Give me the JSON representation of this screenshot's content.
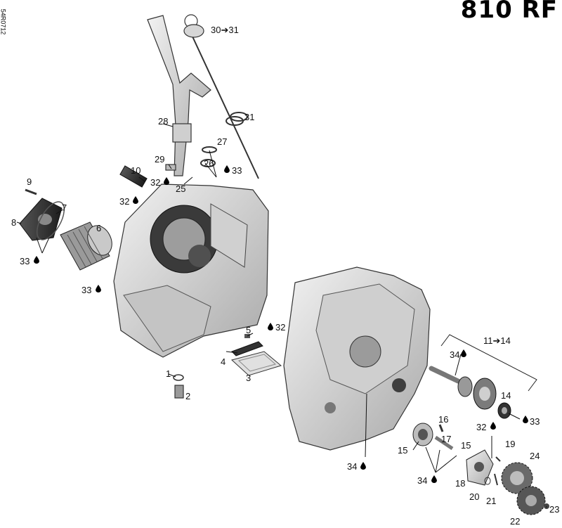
{
  "title": "810 RF",
  "doc_id": "54R0712",
  "labels": {
    "l1": "1",
    "l2": "2",
    "l3": "3",
    "l4": "4",
    "l5": "5",
    "l6": "6",
    "l7": "7",
    "l8": "8",
    "l9": "9",
    "l10": "10",
    "l11_14": "11➔14",
    "l14": "14",
    "l15a": "15",
    "l15b": "15",
    "l16": "16",
    "l17": "17",
    "l18": "18",
    "l19": "19",
    "l20": "20",
    "l21": "21",
    "l22": "22",
    "l23": "23",
    "l24": "24",
    "l25": "25",
    "l26": "26",
    "l27": "27",
    "l28": "28",
    "l29": "29",
    "l30_31": "30➔31",
    "l31": "31",
    "l32_a": "32",
    "l32_b": "32",
    "l32_c": "32",
    "l32_d": "32",
    "l33_a": "33",
    "l33_b": "33",
    "l33_c": "33",
    "l33_d": "33",
    "l34_a": "34",
    "l34_b": "34",
    "l34_c": "34"
  },
  "colors": {
    "metal_light": "#e6e6e6",
    "metal_mid": "#bdbdbd",
    "metal_dark": "#6e6e6e",
    "dark_part": "#2b2b2b"
  }
}
